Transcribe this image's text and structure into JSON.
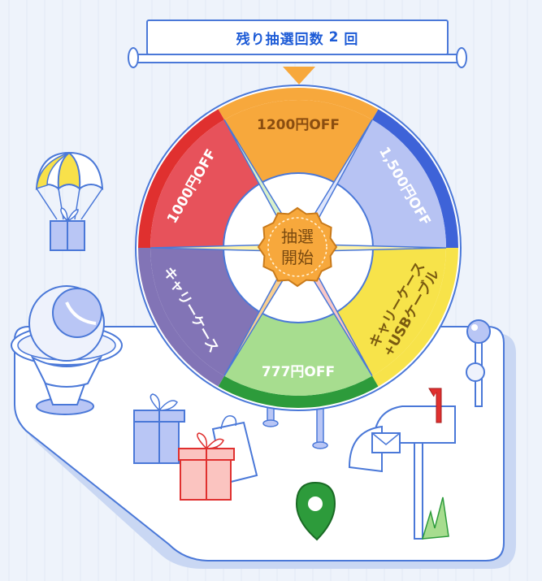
{
  "banner": {
    "prefix": "残り抽選回数",
    "count": "2",
    "suffix": "回"
  },
  "wheel": {
    "segments": [
      {
        "label": "1200円OFF",
        "color": "#f7a83c"
      },
      {
        "label": "1,500円OFF",
        "color": "#b7c3f3"
      },
      {
        "label": "キャリーケース+USBケーブル",
        "color": "#f7e34a"
      },
      {
        "label": "777円OFF",
        "color": "#a7dd8f"
      },
      {
        "label": "キャリーケース",
        "color": "#8274b6"
      },
      {
        "label": "1000円OFF",
        "color": "#e7525b"
      }
    ],
    "segment_line1": [
      "1200円OFF",
      "1,500円OFF",
      "キャリーケース",
      "777円OFF",
      "キャリーケース",
      "1000円OFF"
    ],
    "segment_line2": [
      "",
      "",
      "+USBケーブル",
      "",
      "",
      ""
    ],
    "rim_colors": [
      "#f7a83c",
      "#3e63d8",
      "#f7e34a",
      "#2d9b3b",
      "#8274b6",
      "#e0302f"
    ],
    "start_line1": "抽選",
    "start_line2": "開始",
    "pointer_color": "#f7a83c",
    "outline_color": "#4a78d8"
  }
}
